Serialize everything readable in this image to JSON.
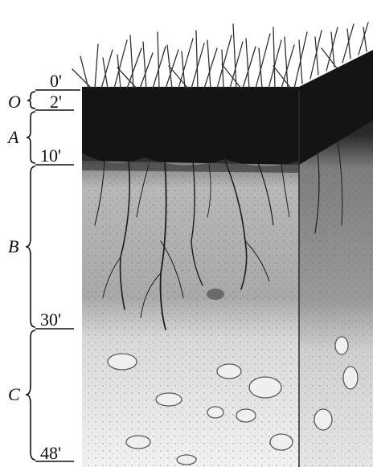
{
  "diagram": {
    "depth_markers": [
      "0'",
      "2'",
      "10'",
      "30'",
      "48'"
    ],
    "horizons": [
      {
        "letter": "O",
        "from": "0'",
        "to": "2'"
      },
      {
        "letter": "A",
        "from": "2'",
        "to": "10'"
      },
      {
        "letter": "B",
        "from": "10'",
        "to": "30'"
      },
      {
        "letter": "C",
        "from": "30'",
        "to": "48'"
      }
    ]
  },
  "colors": {
    "ink": "#111111",
    "topsoil": "#1a1a1a",
    "subsoil": "#b5b5b5",
    "substratum": "#e8e8e8",
    "grass": "#3a3a3a"
  }
}
